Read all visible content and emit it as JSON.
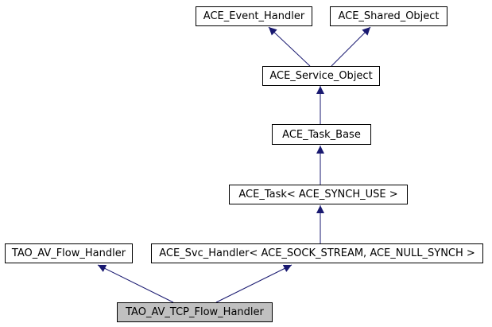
{
  "diagram_type": "class-inheritance-graph",
  "colors": {
    "arrow": "#191970",
    "node_border": "#000000",
    "node_fill": "#ffffff",
    "highlight_fill": "#c0c0c0",
    "background": "#ffffff",
    "text": "#000000"
  },
  "nodes": [
    {
      "label": "ACE_Event_Handler"
    },
    {
      "label": "ACE_Shared_Object"
    },
    {
      "label": "ACE_Service_Object"
    },
    {
      "label": "ACE_Task_Base"
    },
    {
      "label": "ACE_Task< ACE_SYNCH_USE >"
    },
    {
      "label": "TAO_AV_Flow_Handler"
    },
    {
      "label": "ACE_Svc_Handler< ACE_SOCK_STREAM, ACE_NULL_SYNCH >"
    },
    {
      "label": "TAO_AV_TCP_Flow_Handler",
      "highlighted": true
    }
  ],
  "edges": [
    {
      "from": "ACE_Service_Object",
      "to": "ACE_Event_Handler"
    },
    {
      "from": "ACE_Service_Object",
      "to": "ACE_Shared_Object"
    },
    {
      "from": "ACE_Task_Base",
      "to": "ACE_Service_Object"
    },
    {
      "from": "ACE_Task< ACE_SYNCH_USE >",
      "to": "ACE_Task_Base"
    },
    {
      "from": "ACE_Svc_Handler< ACE_SOCK_STREAM, ACE_NULL_SYNCH >",
      "to": "ACE_Task< ACE_SYNCH_USE >"
    },
    {
      "from": "TAO_AV_TCP_Flow_Handler",
      "to": "TAO_AV_Flow_Handler"
    },
    {
      "from": "TAO_AV_TCP_Flow_Handler",
      "to": "ACE_Svc_Handler< ACE_SOCK_STREAM, ACE_NULL_SYNCH >"
    }
  ]
}
